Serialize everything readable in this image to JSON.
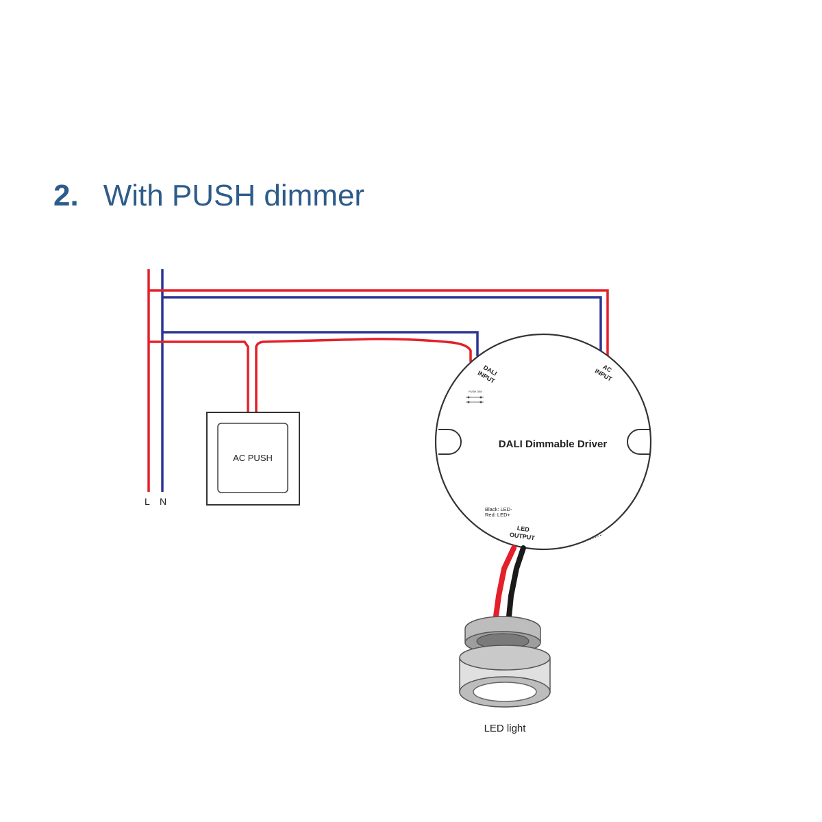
{
  "heading": {
    "number": "2.",
    "title": "With PUSH dimmer"
  },
  "labels": {
    "line": "L",
    "neutral": "N",
    "push_switch": "AC PUSH",
    "driver_name": "DALI Dimmable Driver",
    "dali_input_1": "DALI",
    "dali_input_2": "INPUT",
    "ac_input_1": "AC",
    "ac_input_2": "INPUT",
    "led_output_1": "LED",
    "led_output_2": "OUTPUT",
    "wire_black": "Black: LED-",
    "wire_red": "Red:  LED+",
    "push_dial": "PUSH DIM",
    "led_light": "LED light"
  },
  "colors": {
    "live": "#e3202a",
    "neutral": "#2a3593",
    "heading": "#2e5c8a",
    "cable_black": "#1a1a1a"
  }
}
